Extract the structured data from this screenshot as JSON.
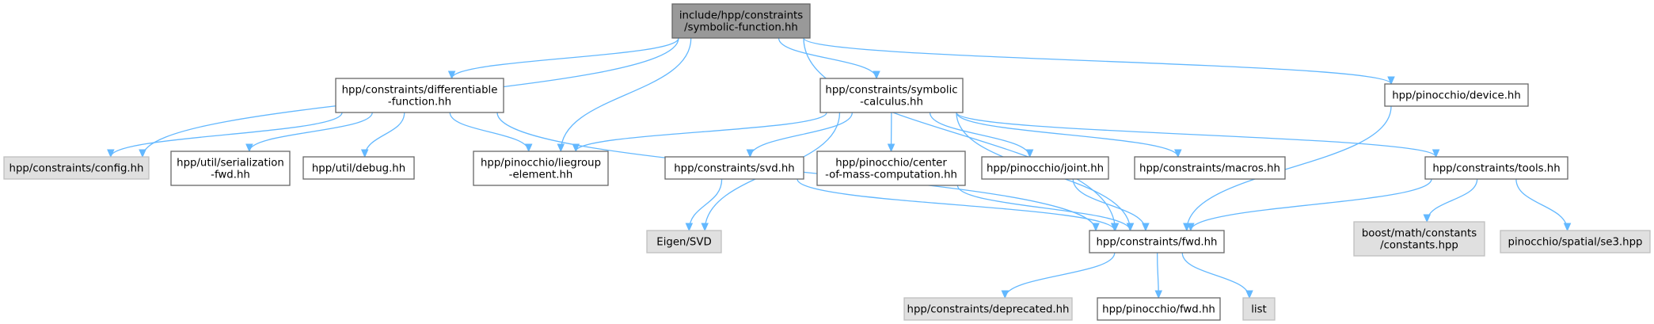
{
  "graph": {
    "nodes": [
      {
        "id": "root",
        "lines": [
          "include/hpp/constraints",
          "/symbolic-function.hh"
        ],
        "style": "root"
      },
      {
        "id": "config",
        "lines": [
          "hpp/constraints/config.hh"
        ],
        "style": "external"
      },
      {
        "id": "difffunc",
        "lines": [
          "hpp/constraints/differentiable",
          "-function.hh"
        ],
        "style": "normal"
      },
      {
        "id": "liegroup",
        "lines": [
          "hpp/pinocchio/liegroup",
          "-element.hh"
        ],
        "style": "normal"
      },
      {
        "id": "symcalc",
        "lines": [
          "hpp/constraints/symbolic",
          "-calculus.hh"
        ],
        "style": "normal"
      },
      {
        "id": "fwd",
        "lines": [
          "hpp/constraints/fwd.hh"
        ],
        "style": "normal"
      },
      {
        "id": "device",
        "lines": [
          "hpp/pinocchio/device.hh"
        ],
        "style": "normal"
      },
      {
        "id": "serialization",
        "lines": [
          "hpp/util/serialization",
          "-fwd.hh"
        ],
        "style": "normal"
      },
      {
        "id": "debug",
        "lines": [
          "hpp/util/debug.hh"
        ],
        "style": "normal"
      },
      {
        "id": "eigensvd",
        "lines": [
          "Eigen/SVD"
        ],
        "style": "external"
      },
      {
        "id": "svd",
        "lines": [
          "hpp/constraints/svd.hh"
        ],
        "style": "normal"
      },
      {
        "id": "com",
        "lines": [
          "hpp/pinocchio/center",
          "-of-mass-computation.hh"
        ],
        "style": "normal"
      },
      {
        "id": "joint",
        "lines": [
          "hpp/pinocchio/joint.hh"
        ],
        "style": "normal"
      },
      {
        "id": "macros",
        "lines": [
          "hpp/constraints/macros.hh"
        ],
        "style": "normal"
      },
      {
        "id": "tools",
        "lines": [
          "hpp/constraints/tools.hh"
        ],
        "style": "normal"
      },
      {
        "id": "boostconst",
        "lines": [
          "boost/math/constants",
          "/constants.hpp"
        ],
        "style": "external"
      },
      {
        "id": "se3",
        "lines": [
          "pinocchio/spatial/se3.hpp"
        ],
        "style": "external"
      },
      {
        "id": "deprecated",
        "lines": [
          "hpp/constraints/deprecated.hh"
        ],
        "style": "external"
      },
      {
        "id": "pinfwd",
        "lines": [
          "hpp/pinocchio/fwd.hh"
        ],
        "style": "normal"
      },
      {
        "id": "list",
        "lines": [
          "list"
        ],
        "style": "external"
      }
    ],
    "edges": [
      [
        "root",
        "config"
      ],
      [
        "root",
        "difffunc"
      ],
      [
        "root",
        "liegroup"
      ],
      [
        "root",
        "symcalc"
      ],
      [
        "root",
        "fwd"
      ],
      [
        "root",
        "device"
      ],
      [
        "difffunc",
        "config"
      ],
      [
        "difffunc",
        "serialization"
      ],
      [
        "difffunc",
        "debug"
      ],
      [
        "difffunc",
        "liegroup"
      ],
      [
        "difffunc",
        "fwd"
      ],
      [
        "symcalc",
        "liegroup"
      ],
      [
        "symcalc",
        "eigensvd"
      ],
      [
        "symcalc",
        "svd"
      ],
      [
        "symcalc",
        "com"
      ],
      [
        "symcalc",
        "joint"
      ],
      [
        "symcalc",
        "macros"
      ],
      [
        "symcalc",
        "fwd"
      ],
      [
        "symcalc",
        "tools"
      ],
      [
        "svd",
        "eigensvd"
      ],
      [
        "svd",
        "fwd"
      ],
      [
        "com",
        "fwd"
      ],
      [
        "joint",
        "fwd"
      ],
      [
        "device",
        "fwd"
      ],
      [
        "tools",
        "fwd"
      ],
      [
        "tools",
        "boostconst"
      ],
      [
        "tools",
        "se3"
      ],
      [
        "fwd",
        "deprecated"
      ],
      [
        "fwd",
        "pinfwd"
      ],
      [
        "fwd",
        "list"
      ]
    ],
    "colors": {
      "edge": "#63b8ff",
      "root_fill": "#999999",
      "normal_fill": "#ffffff",
      "external_fill": "#e0e0e0",
      "border": "#666666"
    }
  }
}
